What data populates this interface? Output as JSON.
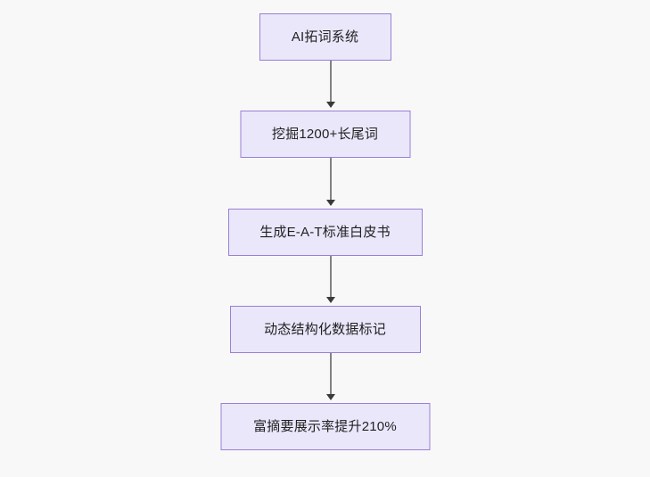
{
  "diagram": {
    "type": "flowchart",
    "orientation": "top-to-bottom",
    "background_color": "#f8f8f9",
    "node_fill_color": "#eae7fb",
    "node_border_color": "#9a7fd4",
    "connector_color": "#828282",
    "arrowhead_color": "#3a3a3a",
    "text_color": "#1f2020",
    "nodes": [
      {
        "id": "n0",
        "label": "AI拓词系统"
      },
      {
        "id": "n1",
        "label": "挖掘1200+长尾词"
      },
      {
        "id": "n2",
        "label": "生成E-A-T标准白皮书"
      },
      {
        "id": "n3",
        "label": "动态结构化数据标记"
      },
      {
        "id": "n4",
        "label": "富摘要展示率提升210%"
      }
    ],
    "edges": [
      {
        "from": "n0",
        "to": "n1",
        "label": ""
      },
      {
        "from": "n1",
        "to": "n2",
        "label": ""
      },
      {
        "from": "n2",
        "to": "n3",
        "label": ""
      },
      {
        "from": "n3",
        "to": "n4",
        "label": ""
      }
    ]
  }
}
